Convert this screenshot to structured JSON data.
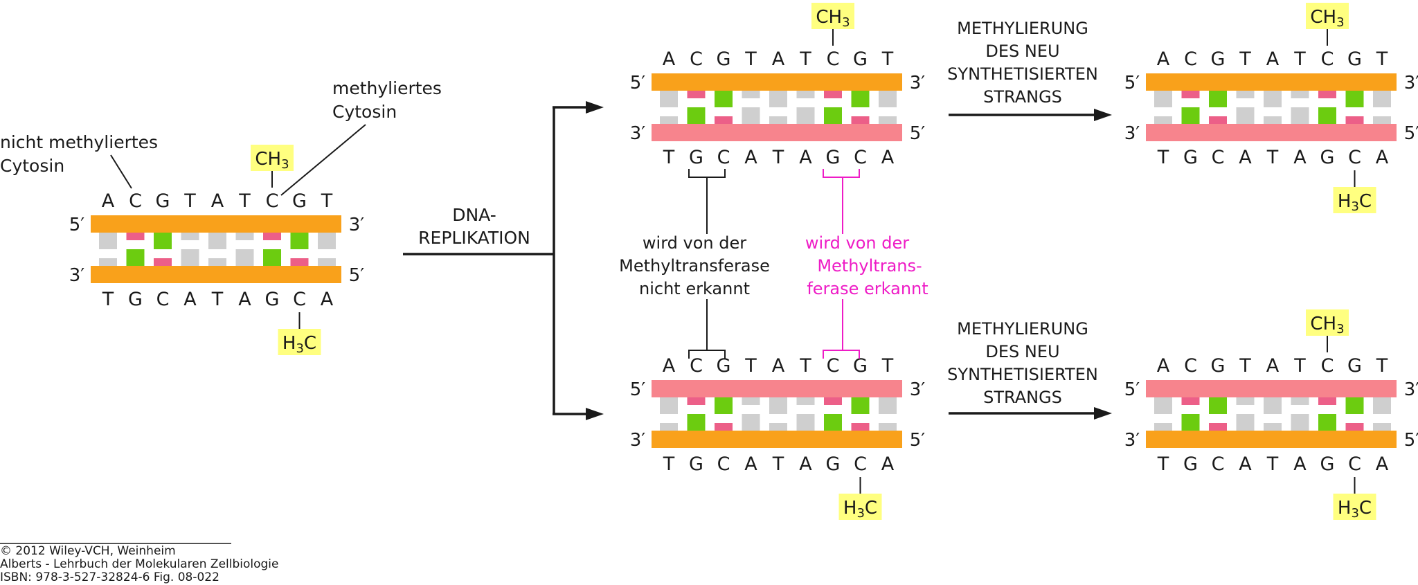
{
  "colors": {
    "orange_strand": "#f9a11b",
    "pink_strand": "#f7848d",
    "green_base": "#6ccc10",
    "pink_base": "#ec5f88",
    "grey_base": "#cfcfcf",
    "methyl_box": "#ffff80",
    "recognized": "#ee1cc6"
  },
  "sequences": {
    "top": [
      "A",
      "C",
      "G",
      "T",
      "A",
      "T",
      "C",
      "G",
      "T"
    ],
    "bottom": [
      "T",
      "G",
      "C",
      "A",
      "T",
      "A",
      "G",
      "C",
      "A"
    ]
  },
  "ends": {
    "five": "5′",
    "three": "3′"
  },
  "methyl": {
    "top": "CH",
    "bottom_h": "H",
    "bottom_c": "C",
    "subscript": "3"
  },
  "labels": {
    "unmethylated_cytosine": [
      "nicht methyliertes",
      "Cytosin"
    ],
    "methylated_cytosine": [
      "methyliertes",
      "Cytosin"
    ],
    "replication": [
      "DNA-",
      "REPLIKATION"
    ],
    "not_recognized": [
      "wird von der",
      "Methyltransferase",
      "nicht erkannt"
    ],
    "recognized": [
      "wird von der",
      "Methyltrans-",
      "ferase erkannt"
    ],
    "methylation_step": [
      "METHYLIERUNG",
      "DES NEU",
      "SYNTHETISIERTEN",
      "STRANGS"
    ]
  },
  "credit": {
    "line1": "© 2012 Wiley-VCH, Weinheim",
    "line2": "Alberts - Lehrbuch der Molekularen Zellbiologie",
    "line3": "ISBN: 978-3-527-32824-6     Fig. 08-022"
  }
}
